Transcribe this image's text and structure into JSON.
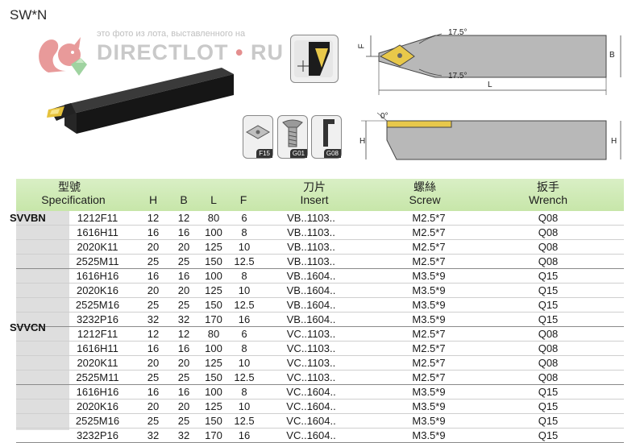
{
  "title": "SW*N",
  "watermark": {
    "note": "это фото из лота, выставленного на",
    "brand_left": "DIRECTLOT",
    "brand_dot": "•",
    "brand_right": "RU"
  },
  "diagram": {
    "top_view": {
      "angle_top": "17.5°",
      "angle_bottom": "17.5°",
      "dim_f": "F",
      "dim_b": "B",
      "dim_l": "L"
    },
    "side_view": {
      "angle": "0°",
      "dim_h_left": "H",
      "dim_h_right": "H"
    },
    "accessories": [
      {
        "code": "F15"
      },
      {
        "code": "G01"
      },
      {
        "code": "G08"
      }
    ]
  },
  "table": {
    "headers": {
      "spec_cn": "型號",
      "spec_en": "Specification",
      "h": "H",
      "b": "B",
      "l": "L",
      "f": "F",
      "insert_cn": "刀片",
      "insert_en": "Insert",
      "screw_cn": "螺絲",
      "screw_en": "Screw",
      "wrench_cn": "扳手",
      "wrench_en": "Wrench"
    },
    "families": [
      {
        "name": "SVVBN",
        "rows": [
          {
            "spec": "1212F11",
            "h": "12",
            "b": "12",
            "l": "80",
            "f": "6",
            "insert": "VB..1103..",
            "screw": "M2.5*7",
            "wrench": "Q08"
          },
          {
            "spec": "1616H11",
            "h": "16",
            "b": "16",
            "l": "100",
            "f": "8",
            "insert": "VB..1103..",
            "screw": "M2.5*7",
            "wrench": "Q08"
          },
          {
            "spec": "2020K11",
            "h": "20",
            "b": "20",
            "l": "125",
            "f": "10",
            "insert": "VB..1103..",
            "screw": "M2.5*7",
            "wrench": "Q08"
          },
          {
            "spec": "2525M11",
            "h": "25",
            "b": "25",
            "l": "150",
            "f": "12.5",
            "insert": "VB..1103..",
            "screw": "M2.5*7",
            "wrench": "Q08"
          },
          {
            "spec": "1616H16",
            "h": "16",
            "b": "16",
            "l": "100",
            "f": "8",
            "insert": "VB..1604..",
            "screw": "M3.5*9",
            "wrench": "Q15"
          },
          {
            "spec": "2020K16",
            "h": "20",
            "b": "20",
            "l": "125",
            "f": "10",
            "insert": "VB..1604..",
            "screw": "M3.5*9",
            "wrench": "Q15"
          },
          {
            "spec": "2525M16",
            "h": "25",
            "b": "25",
            "l": "150",
            "f": "12.5",
            "insert": "VB..1604..",
            "screw": "M3.5*9",
            "wrench": "Q15"
          },
          {
            "spec": "3232P16",
            "h": "32",
            "b": "32",
            "l": "170",
            "f": "16",
            "insert": "VB..1604..",
            "screw": "M3.5*9",
            "wrench": "Q15"
          }
        ]
      },
      {
        "name": "SVVCN",
        "rows": [
          {
            "spec": "1212F11",
            "h": "12",
            "b": "12",
            "l": "80",
            "f": "6",
            "insert": "VC..1103..",
            "screw": "M2.5*7",
            "wrench": "Q08"
          },
          {
            "spec": "1616H11",
            "h": "16",
            "b": "16",
            "l": "100",
            "f": "8",
            "insert": "VC..1103..",
            "screw": "M2.5*7",
            "wrench": "Q08"
          },
          {
            "spec": "2020K11",
            "h": "20",
            "b": "20",
            "l": "125",
            "f": "10",
            "insert": "VC..1103..",
            "screw": "M2.5*7",
            "wrench": "Q08"
          },
          {
            "spec": "2525M11",
            "h": "25",
            "b": "25",
            "l": "150",
            "f": "12.5",
            "insert": "VC..1103..",
            "screw": "M2.5*7",
            "wrench": "Q08"
          },
          {
            "spec": "1616H16",
            "h": "16",
            "b": "16",
            "l": "100",
            "f": "8",
            "insert": "VC..1604..",
            "screw": "M3.5*9",
            "wrench": "Q15"
          },
          {
            "spec": "2020K16",
            "h": "20",
            "b": "20",
            "l": "125",
            "f": "10",
            "insert": "VC..1604..",
            "screw": "M3.5*9",
            "wrench": "Q15"
          },
          {
            "spec": "2525M16",
            "h": "25",
            "b": "25",
            "l": "150",
            "f": "12.5",
            "insert": "VC..1604..",
            "screw": "M3.5*9",
            "wrench": "Q15"
          },
          {
            "spec": "3232P16",
            "h": "32",
            "b": "32",
            "l": "170",
            "f": "16",
            "insert": "VC..1604..",
            "screw": "M3.5*9",
            "wrench": "Q15"
          }
        ]
      }
    ]
  },
  "colors": {
    "header_band": "#cbe8ae",
    "sidebar": "#dedede",
    "insert_gold": "#e8c84a",
    "holder_gray": "#b8b8b8"
  }
}
